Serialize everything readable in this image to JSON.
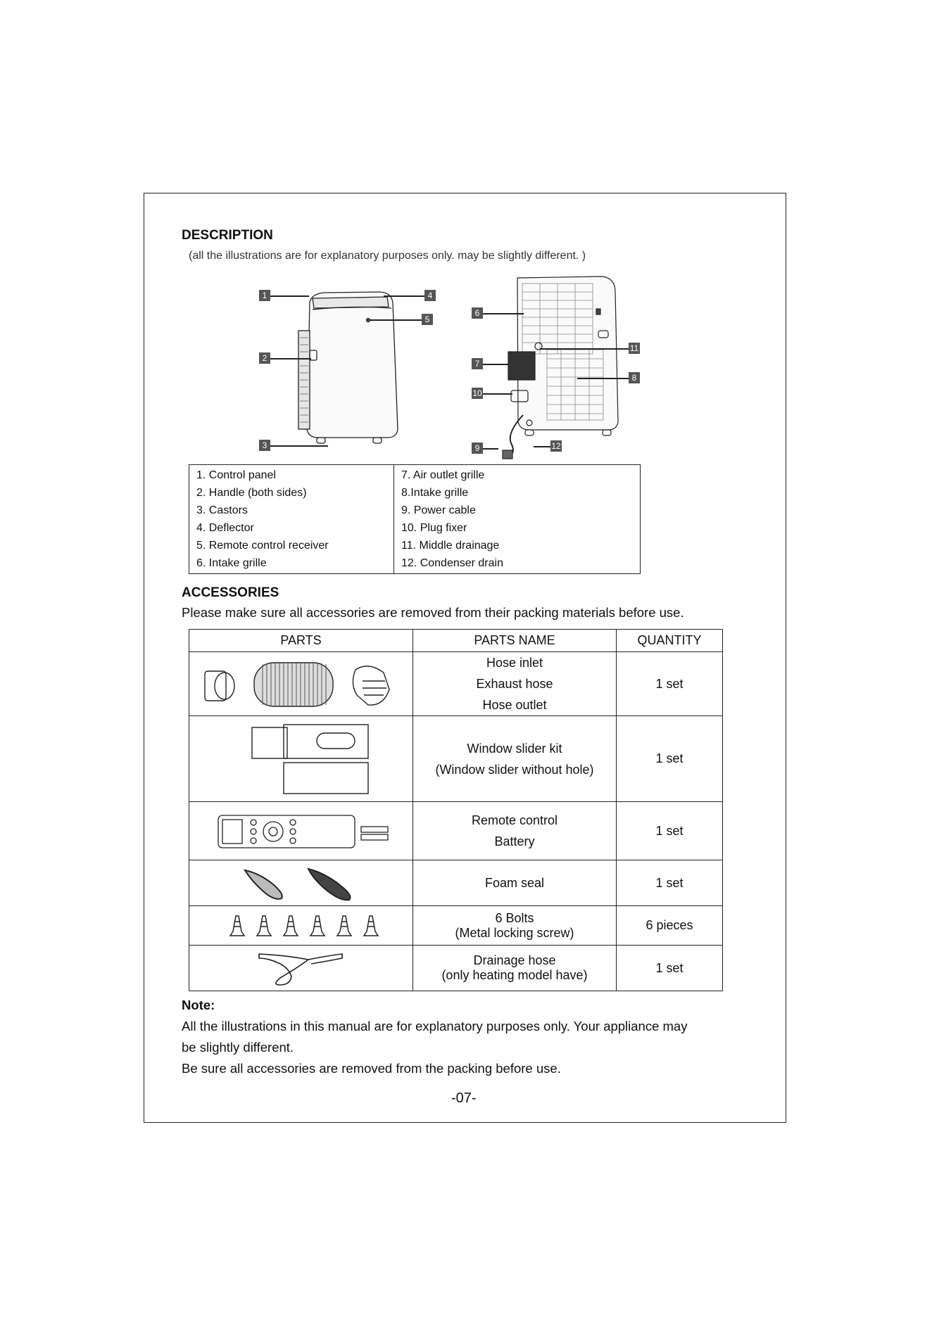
{
  "description": {
    "heading": "DESCRIPTION",
    "subtitle": "(all the illustrations are for explanatory purposes only. may be slightly different. )",
    "callouts": [
      "1",
      "2",
      "3",
      "4",
      "5",
      "6",
      "7",
      "8",
      "9",
      "10",
      "11",
      "12"
    ],
    "parts_left": [
      "1. Control panel",
      "2. Handle (both sides)",
      "3. Castors",
      "4. Deflector",
      "5. Remote control receiver",
      "6. Intake grille"
    ],
    "parts_right": [
      "7. Air outlet grille",
      "8.Intake grille",
      "9. Power cable",
      "10. Plug fixer",
      "11. Middle drainage",
      "12. Condenser drain"
    ]
  },
  "accessories": {
    "heading": "ACCESSORIES",
    "intro": "Please make sure all accessories are removed from their packing materials before use.",
    "columns": [
      "PARTS",
      "PARTS NAME",
      "QUANTITY"
    ],
    "rows": [
      {
        "names": [
          "Hose inlet",
          "Exhaust hose",
          "Hose outlet"
        ],
        "quantity": "1 set",
        "icon": "hose-kit-icon"
      },
      {
        "names": [
          "Window slider kit",
          "(Window slider without hole)"
        ],
        "quantity": "1 set",
        "icon": "window-slider-icon"
      },
      {
        "names": [
          "Remote control",
          "Battery"
        ],
        "quantity": "1 set",
        "icon": "remote-control-icon"
      },
      {
        "names": [
          "Foam seal"
        ],
        "quantity": "1 set",
        "icon": "foam-seal-icon"
      },
      {
        "names": [
          "6 Bolts",
          "(Metal locking screw)"
        ],
        "quantity": "6 pieces",
        "icon": "bolts-icon"
      },
      {
        "names": [
          "Drainage hose",
          "(only heating model have)"
        ],
        "quantity": "1 set",
        "icon": "drainage-hose-icon"
      }
    ]
  },
  "note": {
    "heading": "Note:",
    "line1": "All the illustrations in this manual are for explanatory purposes only. Your appliance may",
    "line2": "be slightly different.",
    "line3": "Be sure all accessories are removed from the packing before use."
  },
  "page_number": "-07-"
}
